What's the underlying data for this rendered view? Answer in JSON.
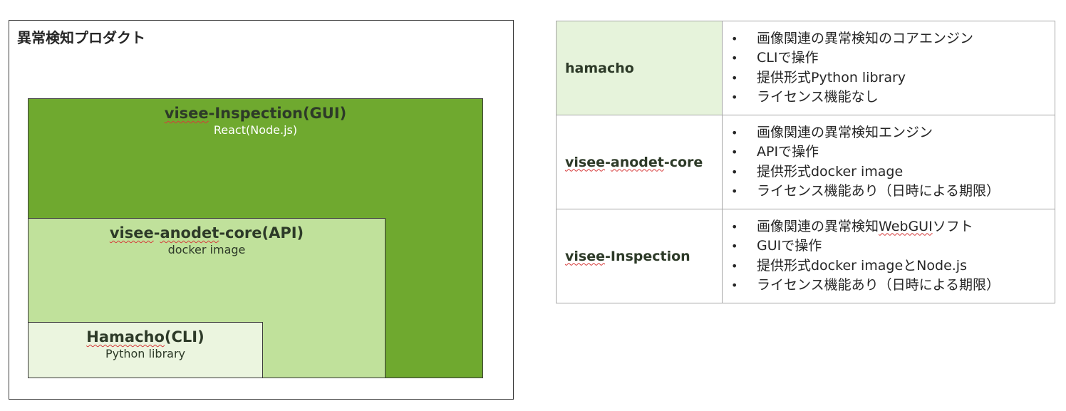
{
  "diagram": {
    "frame_title": "異常検知プロダクト",
    "gui_box": {
      "title_name": "visee",
      "title_rest": "-Inspection(GUI)",
      "subtitle": "React(Node.js)"
    },
    "api_box": {
      "title_name_1": "visee",
      "title_dash": "-",
      "title_name_2": "anodet",
      "title_rest": "-core(API)",
      "subtitle": "docker image"
    },
    "cli_box": {
      "title_name": "Hamacho",
      "title_rest": "(CLI)",
      "subtitle": "Python library"
    }
  },
  "table": {
    "rows": [
      {
        "product": "hamacho",
        "features": [
          "画像関連の異常検知のコアエンジン",
          "CLIで操作",
          "提供形式Python library",
          "ライセンス機能なし"
        ]
      },
      {
        "product_name_1": "visee",
        "product_dash": "-",
        "product_name_2": "anodet",
        "product_rest": "-core",
        "features": [
          "画像関連の異常検知エンジン",
          "APIで操作",
          "提供形式docker image",
          "ライセンス機能あり（日時による期限）"
        ]
      },
      {
        "product_name": "visee",
        "product_rest": "-Inspection",
        "features_0_a": "画像関連の異常検知",
        "features_0_b": "WebGUI",
        "features_0_c": "ソフト",
        "features": [
          "画像関連の異常検知WebGUIソフト",
          "GUIで操作",
          "提供形式docker imageとNode.js",
          "ライセンス機能あり（日時による期限）"
        ]
      }
    ]
  },
  "colors": {
    "gui_box_fill": "#6fa92f",
    "api_box_fill": "#c0e19b",
    "cli_box_fill": "#ebf5df",
    "highlight_cell_fill": "#e6f3db",
    "spellcheck_underline": "#d63a3a"
  }
}
